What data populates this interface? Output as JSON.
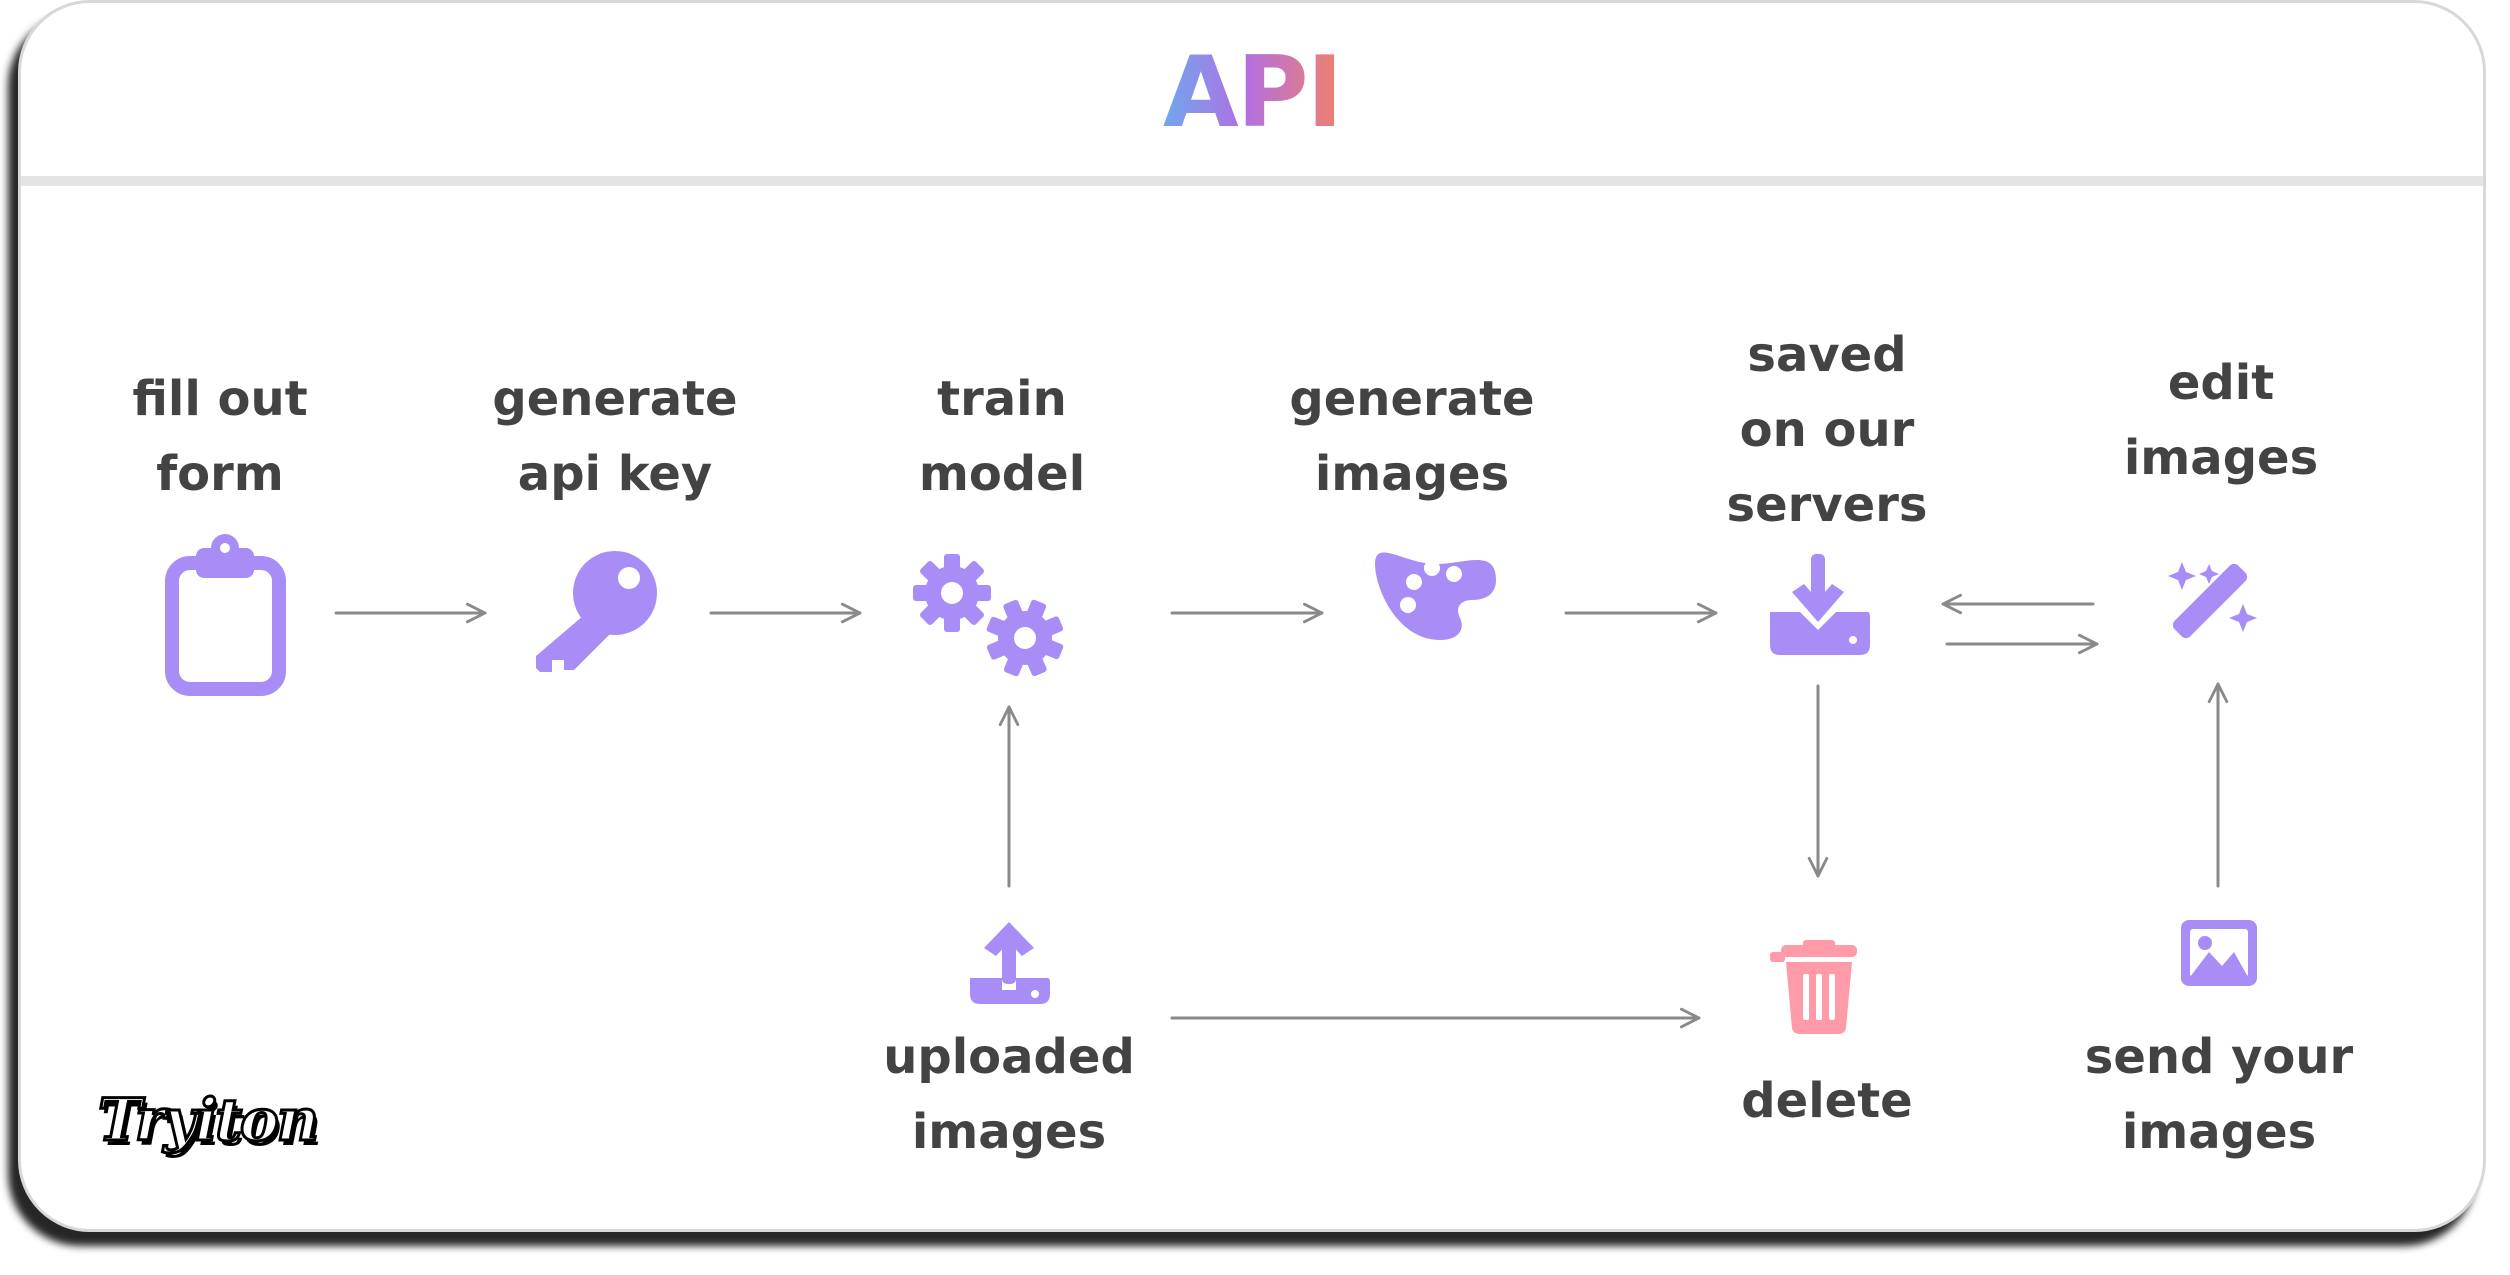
{
  "title": "API",
  "colors": {
    "icon": "#a98df7",
    "delete_icon": "#ff9aa8",
    "arrow": "#8a8a8a",
    "label_text": "#434343"
  },
  "steps": {
    "fill_form": {
      "line1": "fill out",
      "line2": "form",
      "icon": "clipboard-icon"
    },
    "api_key": {
      "line1": "generate",
      "line2": "api key",
      "icon": "key-icon"
    },
    "train": {
      "line1": "train",
      "line2": "model",
      "icon": "gears-icon"
    },
    "generate": {
      "line1": "generate",
      "line2": "images",
      "icon": "palette-icon"
    },
    "saved": {
      "line1": "saved",
      "line2": "on our",
      "line3": "servers",
      "icon": "download-icon"
    },
    "edit": {
      "line1": "edit",
      "line2": "images",
      "icon": "magic-wand-icon"
    },
    "uploaded": {
      "line1": "uploaded",
      "line2": "images",
      "icon": "upload-icon"
    },
    "delete": {
      "line1": "delete",
      "icon": "trash-icon"
    },
    "send": {
      "line1": "send your",
      "line2": "images",
      "icon": "image-icon"
    }
  },
  "logo": "Tryiton"
}
